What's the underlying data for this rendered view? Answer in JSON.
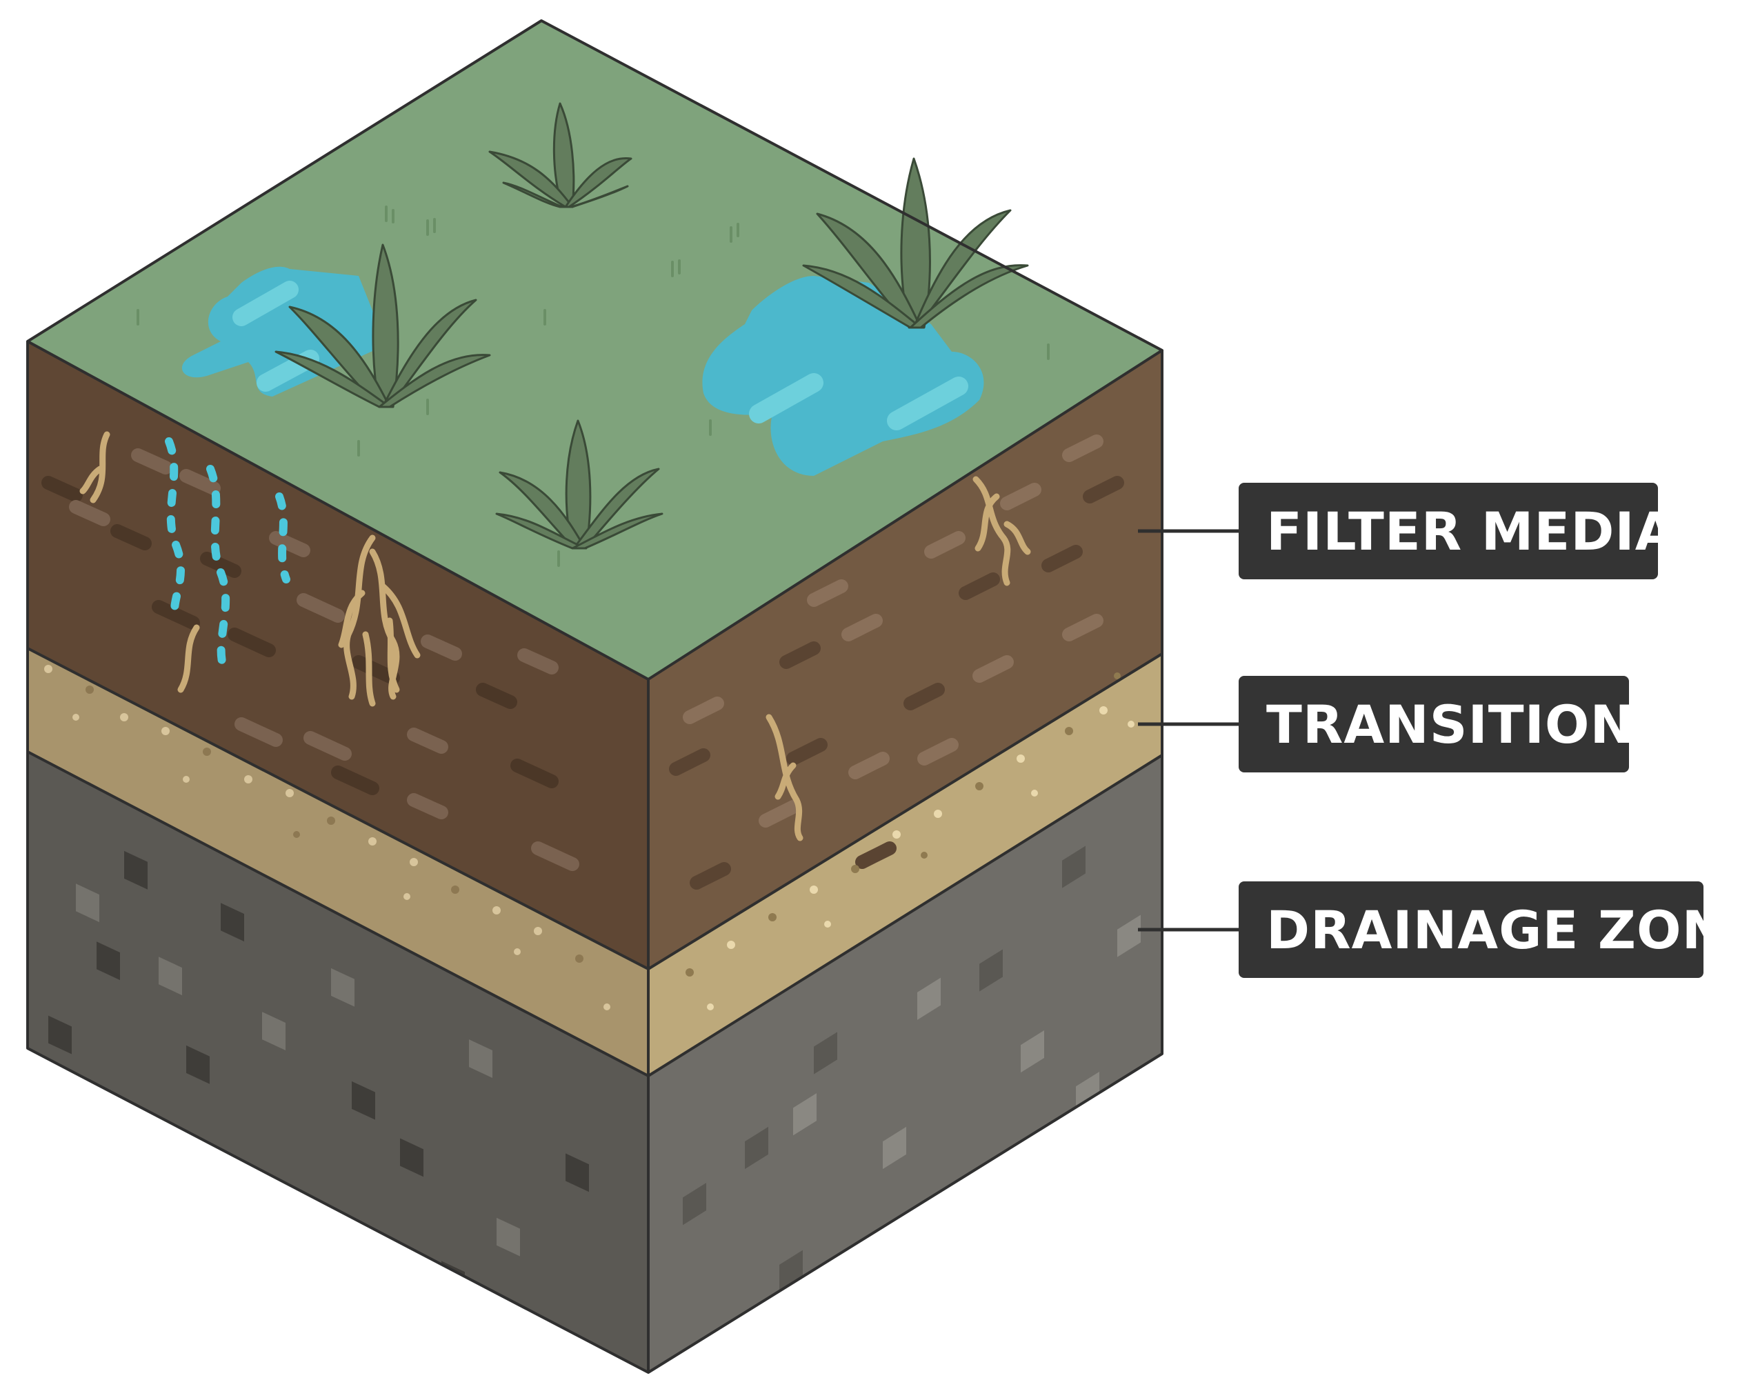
{
  "labels": {
    "filter_media": "FILTER MEDIA",
    "transition": "TRANSITION",
    "drainage_zone": "DRAINAGE ZONE"
  },
  "colors": {
    "grass_top": "#7fa37c",
    "filter_media_left": "#5f4734",
    "filter_media_right": "#735a43",
    "transition_left": "#a8946c",
    "transition_right": "#bda97b",
    "drainage_left": "#5b5954",
    "drainage_right": "#6f6d68",
    "water": "#4cb8cc",
    "water_highlight": "#6dd0dc",
    "plant": "#637d5d",
    "root": "#c9ab77",
    "label_bg": "#343434",
    "label_text": "#ffffff",
    "outline": "#2f2f2f"
  },
  "icons": [
    "plant-icon",
    "water-puddle-icon",
    "root-icon",
    "water-drip-icon"
  ]
}
